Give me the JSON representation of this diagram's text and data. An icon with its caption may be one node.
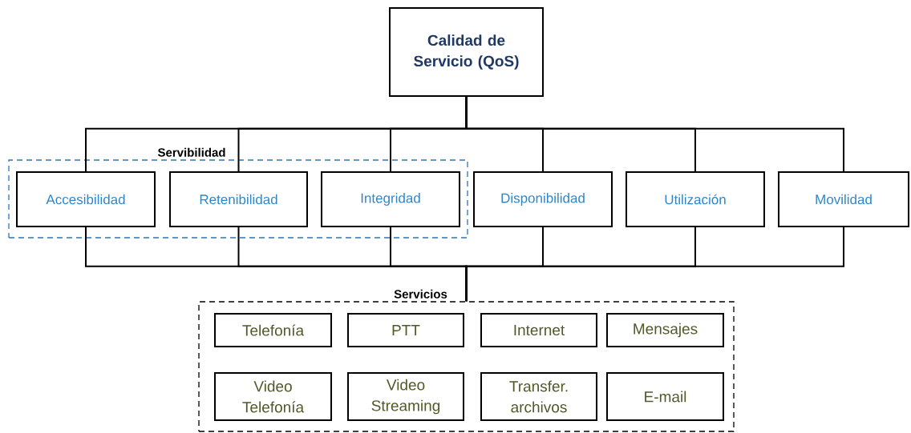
{
  "diagram": {
    "nodes": [
      {
        "text": [
          "Calidad de Servicio (QoS)"
        ]
      },
      {
        "text": [
          "Servibilidad"
        ]
      },
      {
        "text": [
          "Accesibilidad"
        ],
        "in": 1
      },
      {
        "text": [
          "Retenibilidad"
        ],
        "in": 1
      },
      {
        "text": [
          "Integridad"
        ],
        "in": 1
      },
      {
        "text": [
          "Disponibilidad"
        ]
      },
      {
        "text": [
          "Utilización"
        ]
      },
      {
        "text": [
          "Movilidad"
        ]
      },
      {
        "text": [
          "Servicios"
        ]
      },
      {
        "text": [
          "Telefonía"
        ],
        "in": 8
      },
      {
        "text": [
          "PTT"
        ],
        "in": 8
      },
      {
        "text": [
          "Internet"
        ],
        "in": 8
      },
      {
        "text": [
          "Mensajes"
        ],
        "in": 8
      },
      {
        "text": [
          "Video Telefonía"
        ],
        "in": 8
      },
      {
        "text": [
          "Video Streaming"
        ],
        "in": 8
      },
      {
        "text": [
          "Transfer. archivos"
        ],
        "in": 8
      },
      {
        "text": [
          "E-mail"
        ],
        "in": 8
      }
    ],
    "edges": [
      {
        "from": 0,
        "to": 2,
        "arrow": "none"
      },
      {
        "from": 0,
        "to": 3,
        "arrow": "none"
      },
      {
        "from": 0,
        "to": 4,
        "arrow": "none"
      },
      {
        "from": 0,
        "to": 5,
        "arrow": "none"
      },
      {
        "from": 0,
        "to": 6,
        "arrow": "none"
      },
      {
        "from": 0,
        "to": 7,
        "arrow": "none"
      },
      {
        "from": 2,
        "to": 8,
        "arrow": "none"
      },
      {
        "from": 3,
        "to": 8,
        "arrow": "none"
      },
      {
        "from": 4,
        "to": 8,
        "arrow": "none"
      },
      {
        "from": 5,
        "to": 8,
        "arrow": "none"
      },
      {
        "from": 6,
        "to": 8,
        "arrow": "none"
      },
      {
        "from": 7,
        "to": 8,
        "arrow": "none"
      }
    ]
  }
}
